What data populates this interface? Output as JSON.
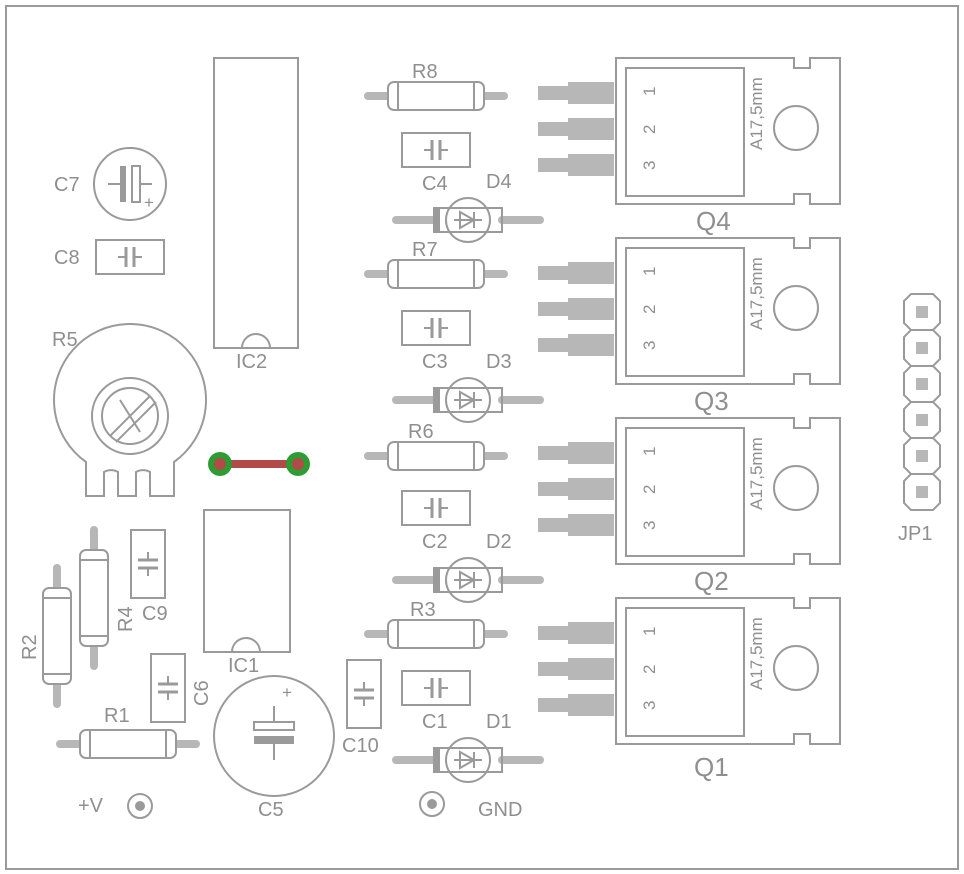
{
  "labels": {
    "R1": "R1",
    "R2": "R2",
    "R3": "R3",
    "R4": "R4",
    "R5": "R5",
    "R6": "R6",
    "R7": "R7",
    "R8": "R8",
    "C1": "C1",
    "C2": "C2",
    "C3": "C3",
    "C4": "C4",
    "C5": "C5",
    "C6": "C6",
    "C7": "C7",
    "C8": "C8",
    "C9": "C9",
    "C10": "C10",
    "D1": "D1",
    "D2": "D2",
    "D3": "D3",
    "D4": "D4",
    "IC1": "IC1",
    "IC2": "IC2",
    "Q1": "Q1",
    "Q2": "Q2",
    "Q3": "Q3",
    "Q4": "Q4",
    "JP1": "JP1",
    "V": "+V",
    "GND": "GND"
  },
  "transistor": {
    "pin1": "1",
    "pin2": "2",
    "pin3": "3",
    "heatsink": "A17,5mm"
  },
  "colors": {
    "outline": "#9a9a9a",
    "pad": "#b7b7b7",
    "jumper_trace": "#b24a4a",
    "jumper_pad": "#2e9b33"
  }
}
